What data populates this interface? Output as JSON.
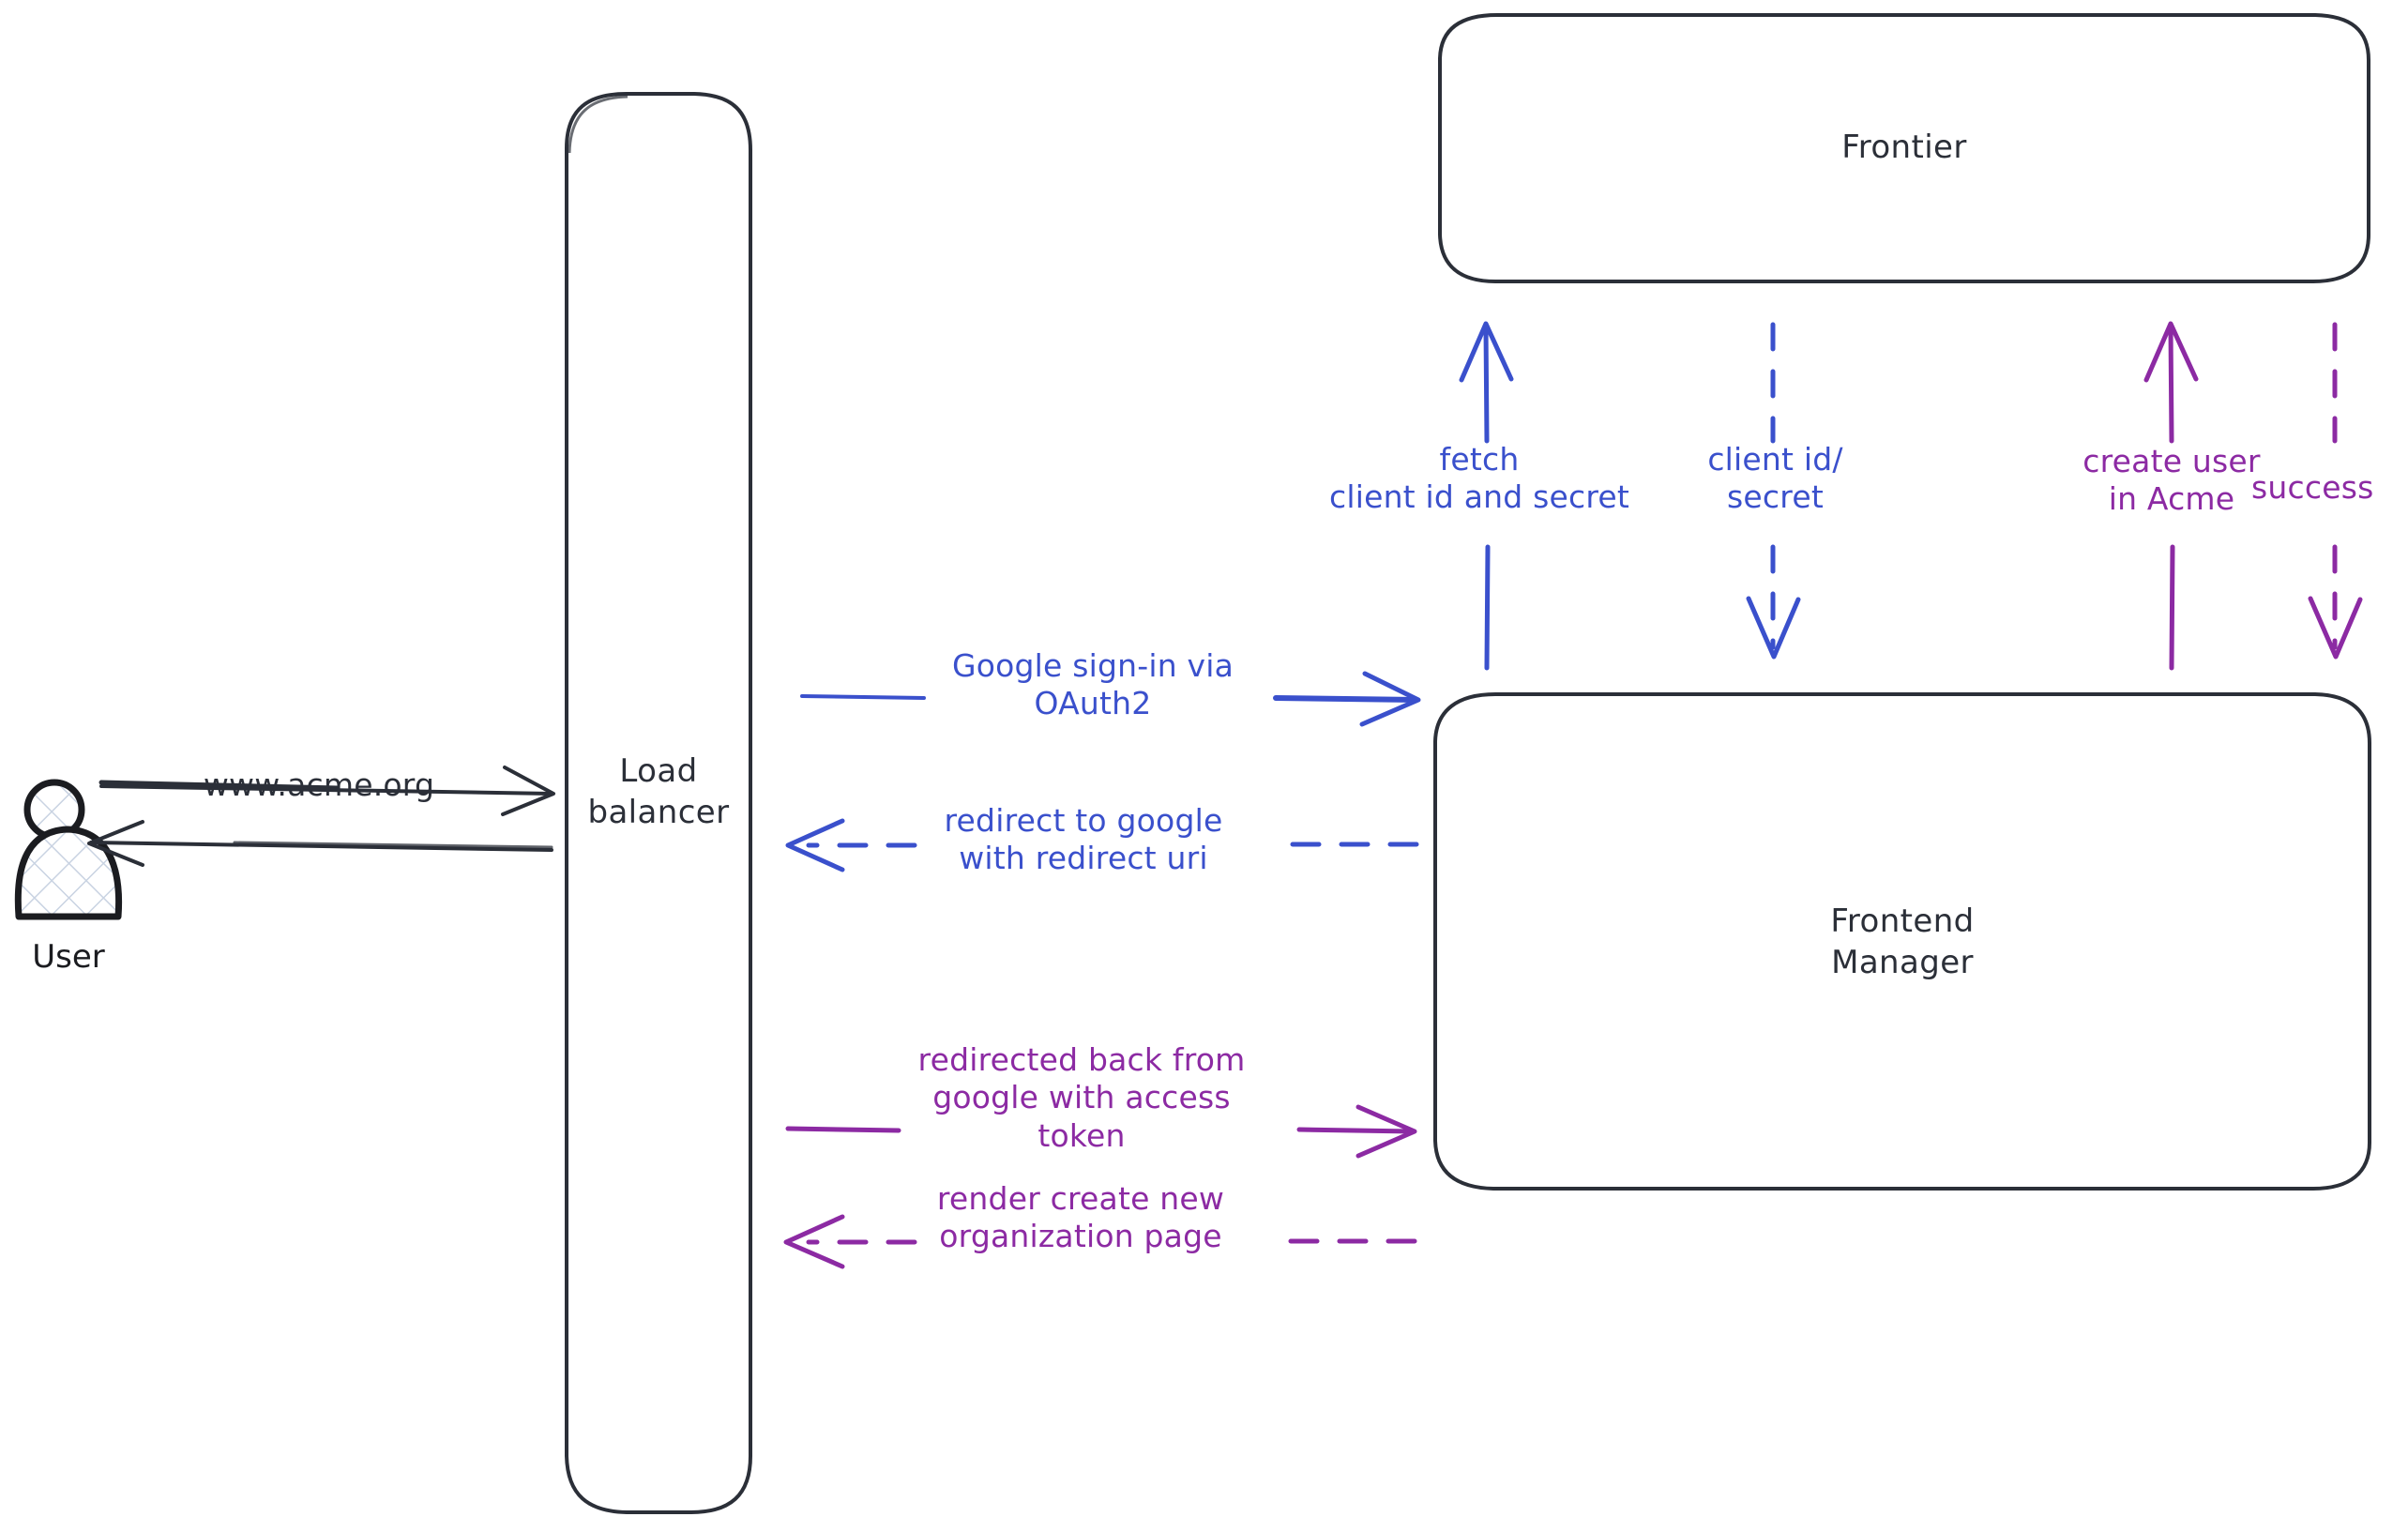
{
  "diagram": {
    "title": "Google OAuth2 sign-in flow",
    "background": "#ffffff",
    "colors": {
      "stroke_dark": "#2b2f38",
      "blue": "#3a50cc",
      "purple": "#8c2aa3",
      "hatch": "#c9d3e2"
    },
    "actors": [
      {
        "id": "user",
        "name": "User",
        "caption": "User",
        "shape": "person-hatched"
      }
    ],
    "nodes": [
      {
        "id": "load-balancer",
        "label": "Load\nbalancer",
        "shape": "rounded-rect-tall"
      },
      {
        "id": "frontier",
        "label": "Frontier",
        "shape": "rounded-rect"
      },
      {
        "id": "frontend-manager",
        "label": "Frontend\nManager",
        "shape": "rounded-rect"
      }
    ],
    "edges": [
      {
        "id": "user-to-lb",
        "label": "www.acme.org",
        "color": "#2b2f38",
        "style": "solid",
        "direction": "right",
        "from": "user",
        "to": "load-balancer"
      },
      {
        "id": "lb-to-user",
        "label": "",
        "color": "#2b2f38",
        "style": "solid",
        "direction": "left",
        "from": "load-balancer",
        "to": "user"
      },
      {
        "id": "lb-to-fm-signin",
        "label": "Google sign-in via\nOAuth2",
        "color": "#3a50cc",
        "style": "solid",
        "direction": "right",
        "from": "load-balancer",
        "to": "frontend-manager"
      },
      {
        "id": "fm-to-lb-redirect",
        "label": "redirect to google\nwith redirect uri",
        "color": "#3a50cc",
        "style": "dashed",
        "direction": "left",
        "from": "frontend-manager",
        "to": "load-balancer"
      },
      {
        "id": "lb-to-fm-token",
        "label": "redirected back from\ngoogle with access\ntoken",
        "color": "#8c2aa3",
        "style": "solid",
        "direction": "right",
        "from": "load-balancer",
        "to": "frontend-manager"
      },
      {
        "id": "fm-to-lb-render",
        "label": "render create new\norganization page",
        "color": "#8c2aa3",
        "style": "dashed",
        "direction": "left",
        "from": "frontend-manager",
        "to": "load-balancer"
      },
      {
        "id": "fm-to-frontier-fetch",
        "label": "fetch\nclient id and secret",
        "color": "#3a50cc",
        "style": "solid",
        "direction": "up",
        "from": "frontend-manager",
        "to": "frontier"
      },
      {
        "id": "frontier-to-fm-clientid",
        "label": "client id/\nsecret",
        "color": "#3a50cc",
        "style": "dashed",
        "direction": "down",
        "from": "frontier",
        "to": "frontend-manager"
      },
      {
        "id": "fm-to-frontier-createuser",
        "label": "create user\nin Acme",
        "color": "#8c2aa3",
        "style": "solid",
        "direction": "up",
        "from": "frontend-manager",
        "to": "frontier"
      },
      {
        "id": "frontier-to-fm-success",
        "label": "success",
        "color": "#8c2aa3",
        "style": "dashed",
        "direction": "down",
        "from": "frontier",
        "to": "frontend-manager"
      }
    ]
  }
}
